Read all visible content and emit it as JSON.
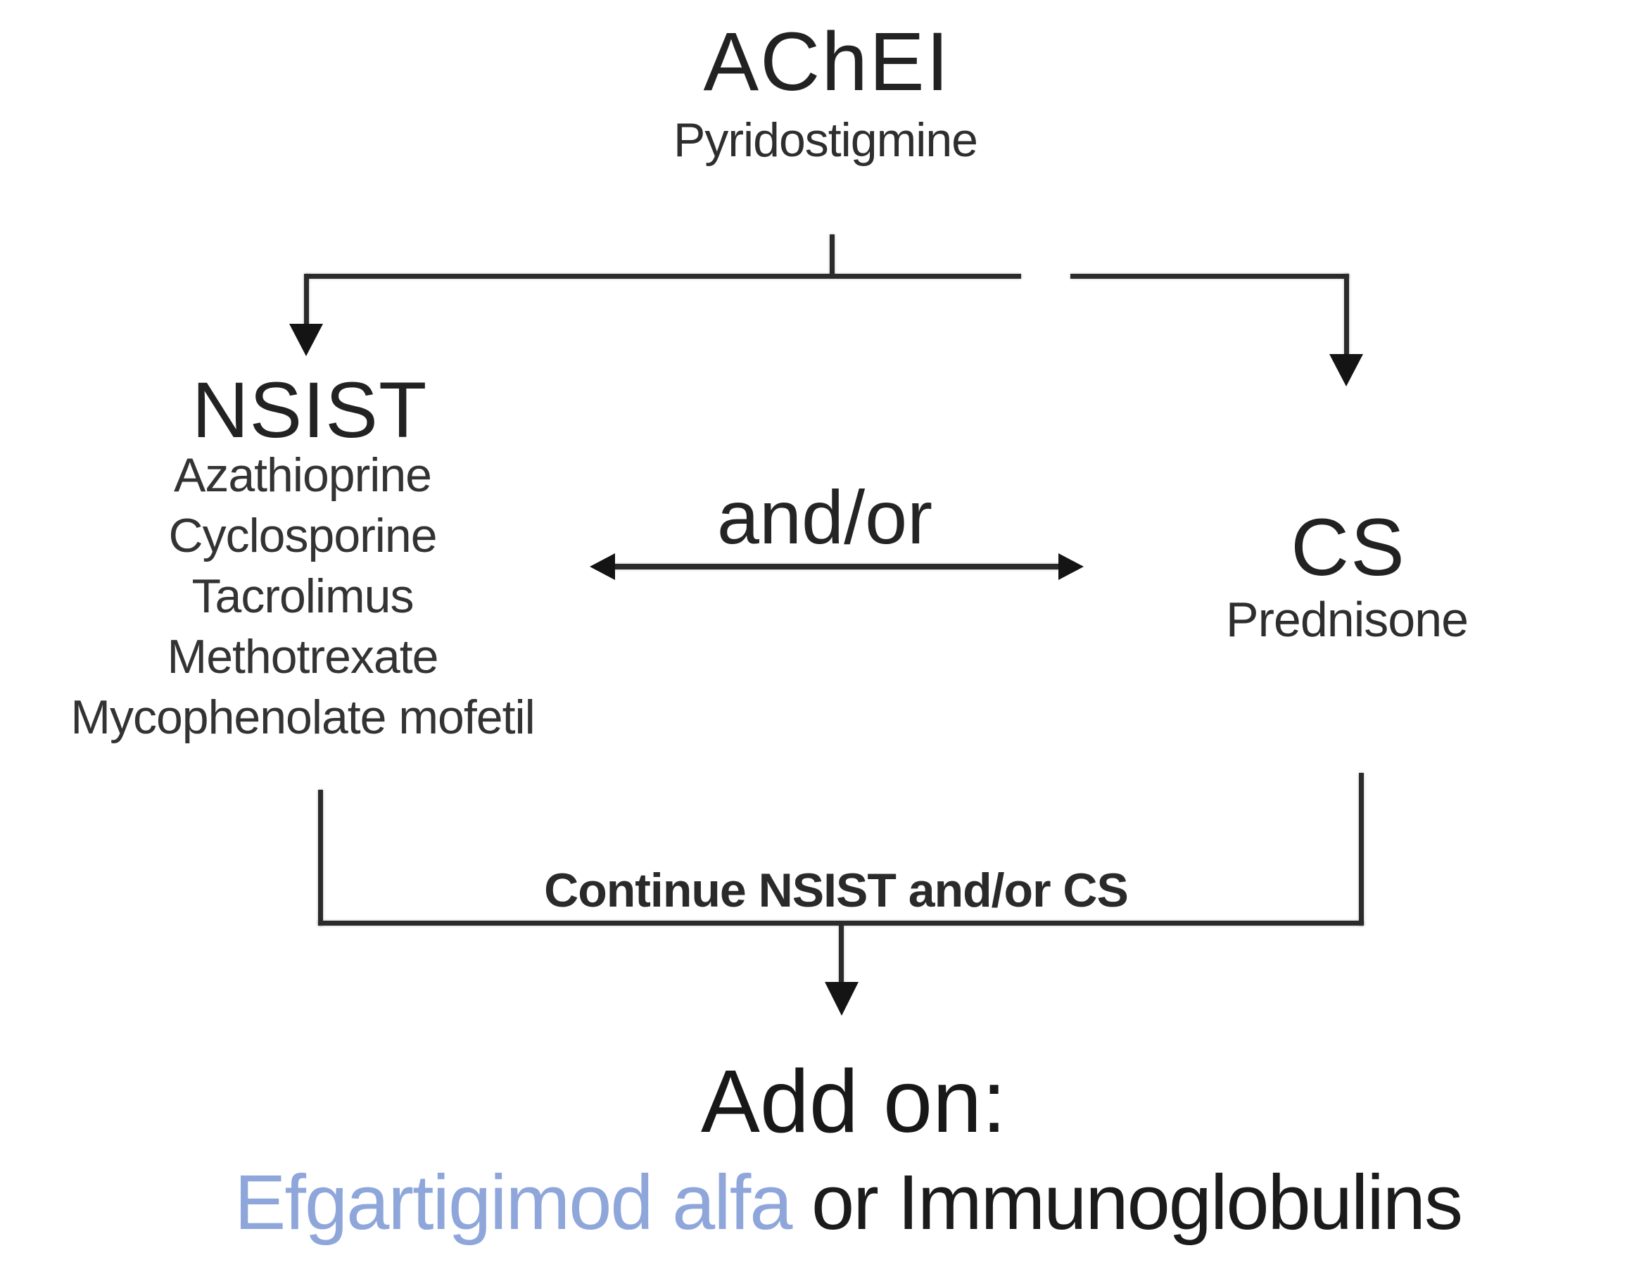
{
  "diagram": {
    "top_node": {
      "title": "AChEI",
      "subtitle": "Pyridostigmine"
    },
    "left_node": {
      "title": "NSIST",
      "drugs": [
        "Azathioprine",
        "Cyclosporine",
        "Tacrolimus",
        "Methotrexate",
        "Mycophenolate mofetil"
      ]
    },
    "right_node": {
      "title": "CS",
      "subtitle": "Prednisone"
    },
    "relation_label": "and/or",
    "continue_label": "Continue NSIST and/or CS",
    "add_on": {
      "heading": "Add on:",
      "highlighted_option": "Efgartigimod alfa",
      "other_option": " or Immunoglobulins"
    },
    "colors": {
      "highlight_text": "#8ea6da",
      "line": "#2b2b2b",
      "text_primary": "#1f1f1f",
      "background": "#ffffff"
    }
  }
}
